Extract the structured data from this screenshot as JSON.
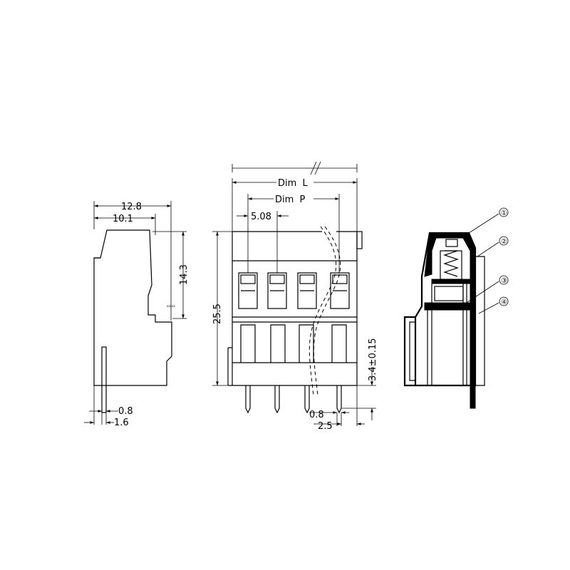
{
  "side_view": {
    "dim_overall_width": "12.8",
    "dim_body_width": "10.1",
    "dim_upper_height": "14.3",
    "dim_pin_width": "0.8",
    "dim_pin_offset": "1.6",
    "small_mark": "xxxxx"
  },
  "front_view": {
    "dim_length": "Dim  L",
    "dim_pitch_label": "Dim  P",
    "dim_pitch": "5.08",
    "dim_height": "25.5",
    "dim_pin_protrusion": "3.4±0.15",
    "dim_pin_width": "0.8",
    "dim_pin_end": "2.5"
  },
  "section_view": {
    "callouts": [
      "①",
      "②",
      "③",
      "④"
    ]
  }
}
